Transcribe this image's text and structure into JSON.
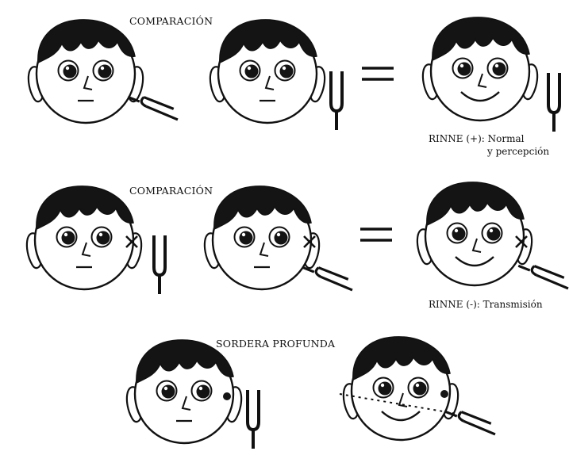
{
  "rows": [
    {
      "heading": "COMPARACIÓN",
      "result_line1": "RINNE (+): Normal",
      "result_line2": "y percepción",
      "equals_sign": "="
    },
    {
      "heading": "COMPARACIÓN",
      "result_line1": "RINNE (-):  Transmisión",
      "equals_sign": "="
    },
    {
      "heading": "SORDERA PROFUNDA"
    }
  ],
  "colors": {
    "ink": "#111111",
    "hair": "#141414",
    "paper": "#ffffff"
  }
}
